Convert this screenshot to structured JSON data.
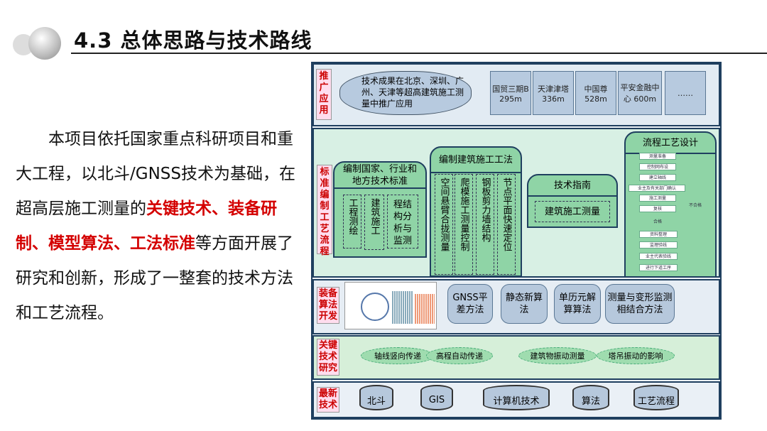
{
  "header": {
    "title": "4.3 总体思路与技术路线"
  },
  "intro": {
    "p1": "本项目依托国家重点科研项目和重大工程，以北斗/GNSS技术为基础，在超高层施工测量的",
    "highlight": "关键技术、装备研制、模型算法、工法标准",
    "p2": "等方面开展了研究和创新，形成了一整套的技术方法和工艺流程。"
  },
  "rows": {
    "promotion": {
      "label": "推广应用",
      "cloud": "技术成果在北京、深圳、广州、天津等超高建筑施工测量中推广应用",
      "projects": [
        "国贸三期B 295m",
        "天津津塔336m",
        "中国尊528m",
        "平安金融中心 600m",
        "……"
      ]
    },
    "standards": {
      "label": "标准编制工艺流程",
      "national": {
        "title": "编制国家、行业和地方技术标准",
        "items": [
          "工程测绘",
          "建筑施工",
          "程结构分析与监测"
        ]
      },
      "method": {
        "title": "编制建筑施工工法",
        "items": [
          "空间悬臂合拢测量",
          "爬模施工测量控制",
          "钢板剪力墙结构",
          "节点平面快速定位"
        ]
      },
      "guide": {
        "title": "技术指南",
        "items": [
          "建筑施工测量"
        ]
      },
      "flow": {
        "title": "流程工艺设计",
        "steps": [
          "测量准备",
          "控制网布设",
          "建立轴线",
          "业主及有关部门确认",
          "施工测量",
          "复核"
        ],
        "check": "合格",
        "fail": "不合格",
        "after": [
          "资料整理",
          "监理验线",
          "业主代表验线",
          "进行下道工序"
        ]
      }
    },
    "equipment": {
      "label": "装备算法开发",
      "items": [
        "GNSS平差方法",
        "静态新算法",
        "单历元解算算法",
        "测量与变形监测相结合方法"
      ]
    },
    "key": {
      "label": "关键技术研究",
      "items": [
        "轴线竖向传递",
        "高程自动传递",
        "建筑物振动测量",
        "塔吊振动的影响"
      ]
    },
    "latest": {
      "label": "最新技术",
      "items": [
        "北斗",
        "GIS",
        "计算机技术",
        "算法",
        "工艺流程"
      ]
    }
  },
  "colors": {
    "red": "#d40000",
    "green": "#8fd4a6",
    "blue": "#b7cadf"
  }
}
